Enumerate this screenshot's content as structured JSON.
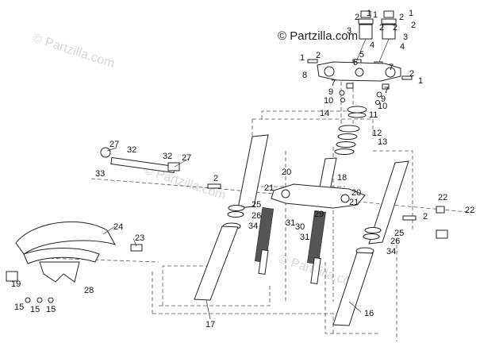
{
  "watermarks": {
    "main": "© Partzilla.com",
    "faint_left": "© Partzilla.com",
    "faint_mid": "© Partzilla.com",
    "faint_bottom": "© Partzilla.com"
  },
  "callouts": [
    {
      "id": "c1a",
      "text": "1"
    },
    {
      "id": "c2a",
      "text": "2"
    },
    {
      "id": "c3a",
      "text": "3"
    },
    {
      "id": "c2b",
      "text": "2"
    },
    {
      "id": "c1b",
      "text": "1"
    },
    {
      "id": "c2c",
      "text": "2"
    },
    {
      "id": "c1c",
      "text": "1"
    },
    {
      "id": "c2d",
      "text": "2"
    },
    {
      "id": "c3b",
      "text": "3"
    },
    {
      "id": "c2e",
      "text": "2"
    },
    {
      "id": "c4a",
      "text": "4"
    },
    {
      "id": "c4b",
      "text": "4"
    },
    {
      "id": "c5",
      "text": "5"
    },
    {
      "id": "c6",
      "text": "6"
    },
    {
      "id": "c1d",
      "text": "1"
    },
    {
      "id": "c2f",
      "text": "2"
    },
    {
      "id": "c7a",
      "text": "7"
    },
    {
      "id": "c8",
      "text": "8"
    },
    {
      "id": "c2g",
      "text": "2"
    },
    {
      "id": "c1e",
      "text": "1"
    },
    {
      "id": "c7b",
      "text": "7"
    },
    {
      "id": "c7c",
      "text": "7"
    },
    {
      "id": "c9a",
      "text": "9"
    },
    {
      "id": "c9b",
      "text": "9"
    },
    {
      "id": "c10a",
      "text": "10"
    },
    {
      "id": "c10b",
      "text": "10"
    },
    {
      "id": "c11",
      "text": "11"
    },
    {
      "id": "c14",
      "text": "14"
    },
    {
      "id": "c12",
      "text": "12"
    },
    {
      "id": "c13",
      "text": "13"
    },
    {
      "id": "c27a",
      "text": "27"
    },
    {
      "id": "c32a",
      "text": "32"
    },
    {
      "id": "c32b",
      "text": "32"
    },
    {
      "id": "c27b",
      "text": "27"
    },
    {
      "id": "c33",
      "text": "33"
    },
    {
      "id": "c20a",
      "text": "20"
    },
    {
      "id": "c18",
      "text": "18"
    },
    {
      "id": "c2h",
      "text": "2"
    },
    {
      "id": "c21a",
      "text": "21"
    },
    {
      "id": "c20b",
      "text": "20"
    },
    {
      "id": "c21b",
      "text": "21"
    },
    {
      "id": "c22a",
      "text": "22"
    },
    {
      "id": "c22b",
      "text": "22"
    },
    {
      "id": "c2i",
      "text": "2"
    },
    {
      "id": "c25a",
      "text": "25"
    },
    {
      "id": "c26a",
      "text": "26"
    },
    {
      "id": "c34a",
      "text": "34"
    },
    {
      "id": "c29",
      "text": "29"
    },
    {
      "id": "c31a",
      "text": "31"
    },
    {
      "id": "c30",
      "text": "30"
    },
    {
      "id": "c31b",
      "text": "31"
    },
    {
      "id": "c25b",
      "text": "25"
    },
    {
      "id": "c26b",
      "text": "26"
    },
    {
      "id": "c34b",
      "text": "34"
    },
    {
      "id": "c24",
      "text": "24"
    },
    {
      "id": "c23",
      "text": "23"
    },
    {
      "id": "c19",
      "text": "19"
    },
    {
      "id": "c28",
      "text": "28"
    },
    {
      "id": "c15a",
      "text": "15"
    },
    {
      "id": "c15b",
      "text": "15"
    },
    {
      "id": "c15c",
      "text": "15"
    },
    {
      "id": "c17",
      "text": "17"
    },
    {
      "id": "c16",
      "text": "16"
    }
  ]
}
